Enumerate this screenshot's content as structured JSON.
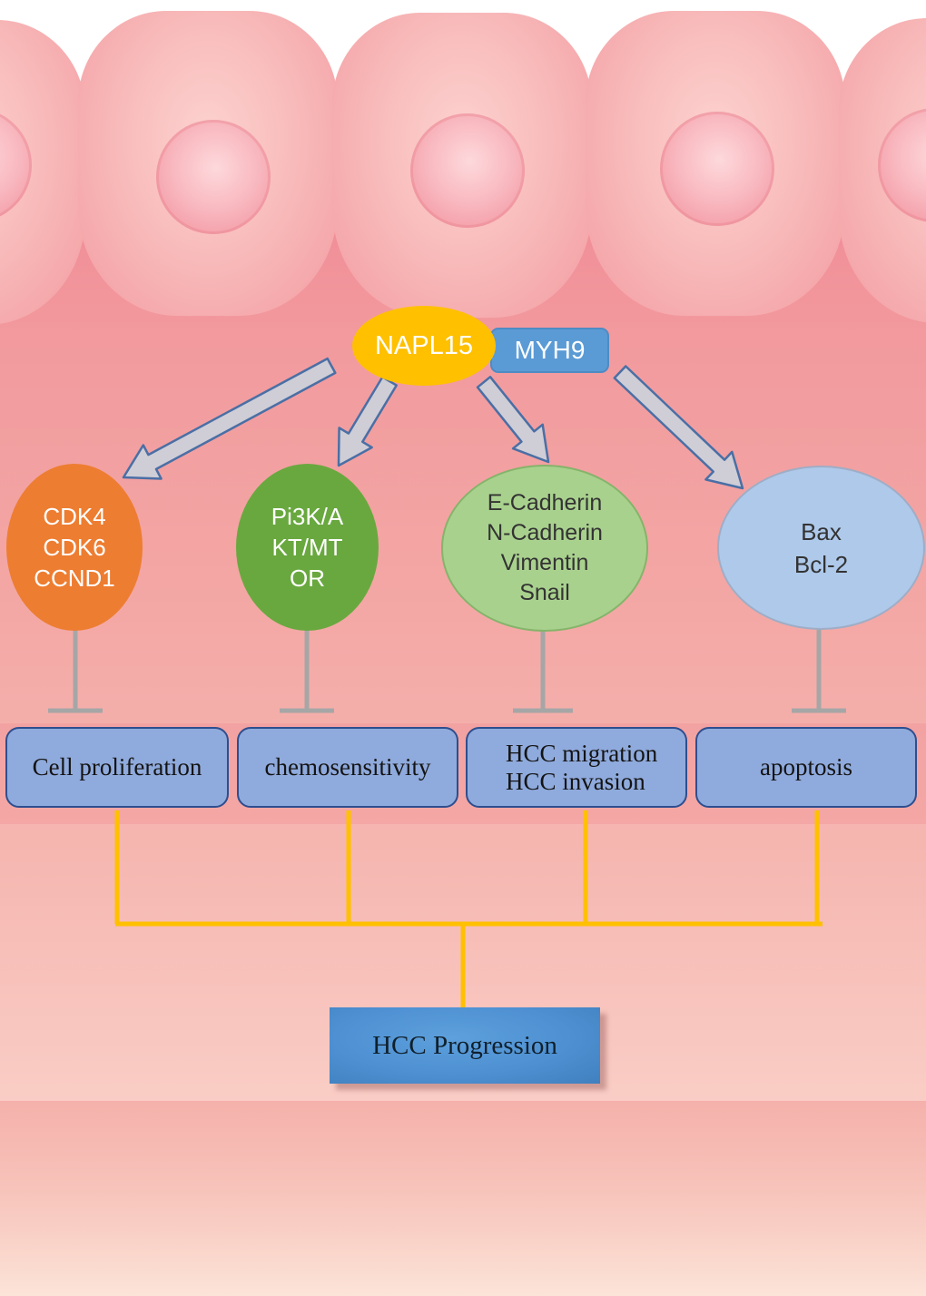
{
  "hub": {
    "gene_label": "NAPL15",
    "partner_label": "MYH9"
  },
  "nodes": [
    {
      "name": "cell-cycle-genes",
      "lines": [
        "CDK4",
        "CDK6",
        "CCND1"
      ],
      "fill": "#ed7d31",
      "text_color": "#ffffff"
    },
    {
      "name": "pi3k-akt-mtor",
      "lines": [
        "Pi3K/A",
        "KT/MT",
        "OR"
      ],
      "fill": "#69a83f",
      "text_color": "#ffffff"
    },
    {
      "name": "emt-markers",
      "lines": [
        "E-Cadherin",
        "N-Cadherin",
        "Vimentin",
        "Snail"
      ],
      "fill": "#a9d18e",
      "text_color": "#333333"
    },
    {
      "name": "apoptosis-regulators",
      "lines": [
        "Bax",
        "Bcl-2"
      ],
      "fill": "#aec9ea",
      "text_color": "#333333"
    }
  ],
  "outcomes": [
    {
      "lines": [
        "Cell proliferation"
      ]
    },
    {
      "lines": [
        "chemosensitivity"
      ]
    },
    {
      "lines": [
        "HCC migration",
        "HCC invasion"
      ]
    },
    {
      "lines": [
        "apoptosis"
      ]
    }
  ],
  "final": {
    "label": "HCC Progression"
  },
  "colors": {
    "hub_ellipse": "#ffc000",
    "hub_rect": "#5b9bd5",
    "arrow_fill": "#cfcdd6",
    "arrow_stroke": "#4a6fa5",
    "inhibition_bar": "#a6a6a6",
    "connector": "#ffc000",
    "outcome_fill": "#8faadc",
    "outcome_border": "#2e4e8e",
    "final_fill": "#4e90d2",
    "background_pink": "#f29a9e"
  }
}
